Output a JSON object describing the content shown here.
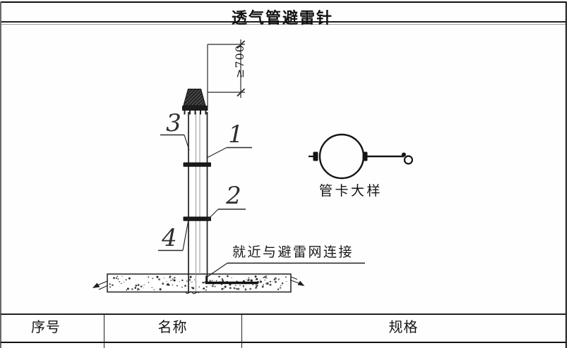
{
  "title": "透气管避雷针",
  "drawing": {
    "dimension_label": "≥700",
    "part_labels": {
      "p1": "1",
      "p2": "2",
      "p3": "3",
      "p4": "4"
    },
    "connection_note": "就近与避雷网连接",
    "detail_caption": "管卡大样"
  },
  "table": {
    "headers": [
      "序号",
      "名称",
      "规格"
    ]
  },
  "colors": {
    "line": "#1f1f1f",
    "thin_line": "#8c8c8c",
    "text": "#1a1a1a"
  }
}
